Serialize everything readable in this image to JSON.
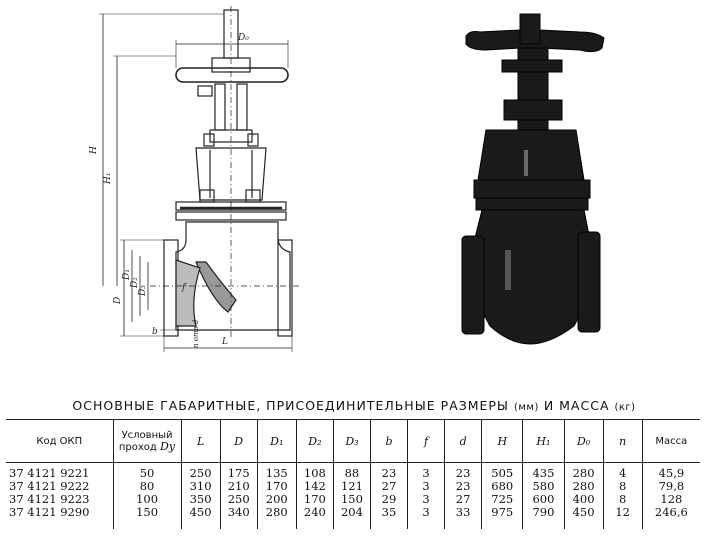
{
  "caption": {
    "main": "ОСНОВНЫЕ ГАБАРИТНЫЕ, ПРИСОЕДИНИТЕЛЬНЫЕ РАЗМЕРЫ",
    "unit_mm": "(мм)",
    "and": "И МАССА",
    "unit_kg": "(кг)"
  },
  "drawing_labels": {
    "d0": "D₀",
    "h": "H",
    "h1": "H₁",
    "d1": "D₁",
    "d2": "D₂",
    "d3": "D₃",
    "d": "D",
    "b": "b",
    "f": "f",
    "n_d": "n отв d",
    "l": "L"
  },
  "table": {
    "headers": [
      {
        "text": "Код ОКП"
      },
      {
        "text": "Условный проход",
        "sym": "Dу"
      },
      {
        "sym": "L"
      },
      {
        "sym": "D"
      },
      {
        "sym": "D₁"
      },
      {
        "sym": "D₂"
      },
      {
        "sym": "D₃"
      },
      {
        "sym": "b"
      },
      {
        "sym": "f"
      },
      {
        "sym": "d"
      },
      {
        "sym": "H"
      },
      {
        "sym": "H₁"
      },
      {
        "sym": "D₀"
      },
      {
        "sym": "n"
      },
      {
        "text": "Масса"
      }
    ],
    "columns": [
      [
        "37 4121 9221",
        "37 4121 9222",
        "37 4121 9223",
        "37 4121 9290"
      ],
      [
        "50",
        "80",
        "100",
        "150"
      ],
      [
        "250",
        "310",
        "350",
        "450"
      ],
      [
        "175",
        "210",
        "250",
        "340"
      ],
      [
        "135",
        "170",
        "200",
        "280"
      ],
      [
        "108",
        "142",
        "170",
        "240"
      ],
      [
        "88",
        "121",
        "150",
        "204"
      ],
      [
        "23",
        "27",
        "29",
        "35"
      ],
      [
        "3",
        "3",
        "3",
        "3"
      ],
      [
        "23",
        "23",
        "27",
        "33"
      ],
      [
        "505",
        "680",
        "725",
        "975"
      ],
      [
        "435",
        "580",
        "600",
        "790"
      ],
      [
        "280",
        "280",
        "400",
        "450"
      ],
      [
        "4",
        "8",
        "8",
        "12"
      ],
      [
        "45,9",
        "79,8",
        "128",
        "246,6"
      ]
    ]
  }
}
